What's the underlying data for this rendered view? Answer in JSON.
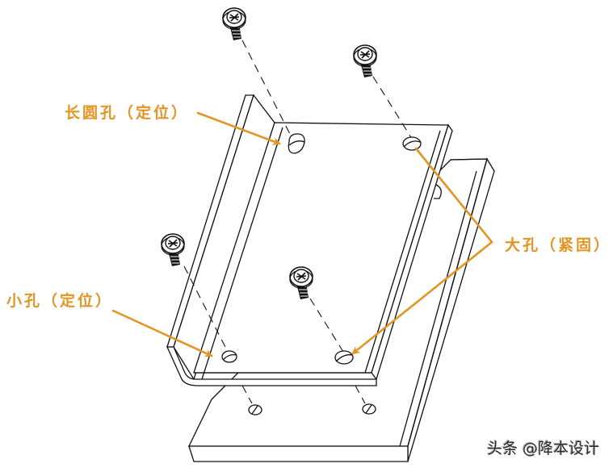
{
  "diagram": {
    "description": "Exploded isometric view of bent sheet-metal bracket fastened to a base block with four screws",
    "colors": {
      "line": "#111111",
      "annotation": "#e39423",
      "background": "#ffffff"
    },
    "labels": {
      "slot_hole": "长圆孔（定位）",
      "small_hole": "小孔（定位）",
      "large_hole": "大孔（紧固）"
    },
    "parts": [
      {
        "id": "bracket",
        "name": "L-bracket sheet metal"
      },
      {
        "id": "base",
        "name": "base block"
      },
      {
        "id": "screw-1",
        "name": "screw top-left"
      },
      {
        "id": "screw-2",
        "name": "screw top-right"
      },
      {
        "id": "screw-3",
        "name": "screw bottom-left"
      },
      {
        "id": "screw-4",
        "name": "screw bottom-center"
      }
    ],
    "holes": [
      {
        "id": "hole-slot",
        "type": "slot",
        "label_key": "slot_hole"
      },
      {
        "id": "hole-small",
        "type": "small",
        "label_key": "small_hole"
      },
      {
        "id": "hole-large-1",
        "type": "large",
        "label_key": "large_hole"
      },
      {
        "id": "hole-large-2",
        "type": "large",
        "label_key": "large_hole"
      }
    ]
  },
  "watermark": {
    "text": "头条 @降本设计"
  }
}
